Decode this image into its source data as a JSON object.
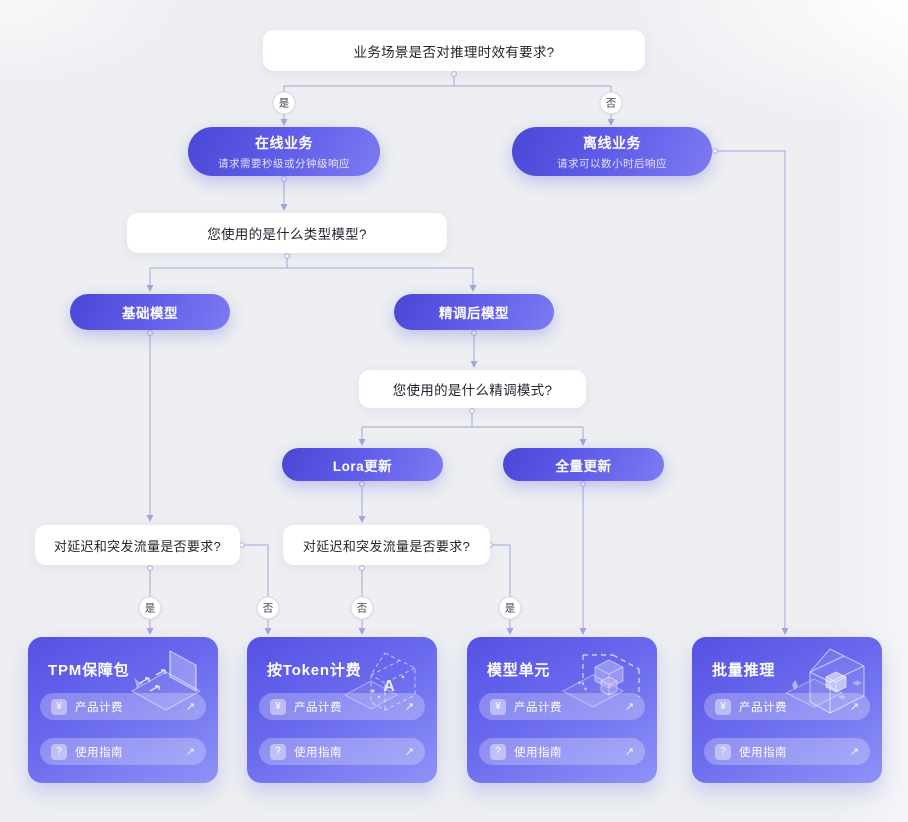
{
  "colors": {
    "background": "#edeff2",
    "node_gradient_start": "#4b47d6",
    "node_gradient_end": "#7d7bf2",
    "card_gradient_start": "#5551e4",
    "card_gradient_end": "#8e93f7",
    "connector": "#a7a3da",
    "question_box": "#ffffff",
    "question_text": "#23262e"
  },
  "flow": {
    "q_timeliness": "业务场景是否对推理时效有要求?",
    "online": {
      "title": "在线业务",
      "subtitle": "请求需要秒级或分钟级响应"
    },
    "offline": {
      "title": "离线业务",
      "subtitle": "请求可以数小时后响应"
    },
    "q_model_type": "您使用的是什么类型模型?",
    "base_model": "基础模型",
    "tuned_model": "精调后模型",
    "q_tuning_mode": "您使用的是什么精调模式?",
    "lora_update": "Lora更新",
    "full_update": "全量更新",
    "q_latency_left": "对延迟和突发流量是否要求?",
    "q_latency_right": "对延迟和突发流量是否要求?",
    "edge_labels": [
      "是",
      "否",
      "是",
      "否",
      "否",
      "是"
    ]
  },
  "cards": [
    {
      "title": "TPM保障包",
      "illustration": "tpm-guarantee-3d-icon",
      "billing": {
        "icon": "¥",
        "label": "产品计费",
        "arrow": "↗"
      },
      "guide": {
        "icon": "?",
        "label": "使用指南",
        "arrow": "↗"
      }
    },
    {
      "title": "按Token计费",
      "illustration": "token-cube-3d-icon",
      "billing": {
        "icon": "¥",
        "label": "产品计费",
        "arrow": "↗"
      },
      "guide": {
        "icon": "?",
        "label": "使用指南",
        "arrow": "↗"
      }
    },
    {
      "title": "模型单元",
      "illustration": "model-unit-cubes-3d-icon",
      "billing": {
        "icon": "¥",
        "label": "产品计费",
        "arrow": "↗"
      },
      "guide": {
        "icon": "?",
        "label": "使用指南",
        "arrow": "↗"
      }
    },
    {
      "title": "批量推理",
      "illustration": "batch-inference-cube-3d-icon",
      "billing": {
        "icon": "¥",
        "label": "产品计费",
        "arrow": "↗"
      },
      "guide": {
        "icon": "?",
        "label": "使用指南",
        "arrow": "↗"
      }
    }
  ]
}
